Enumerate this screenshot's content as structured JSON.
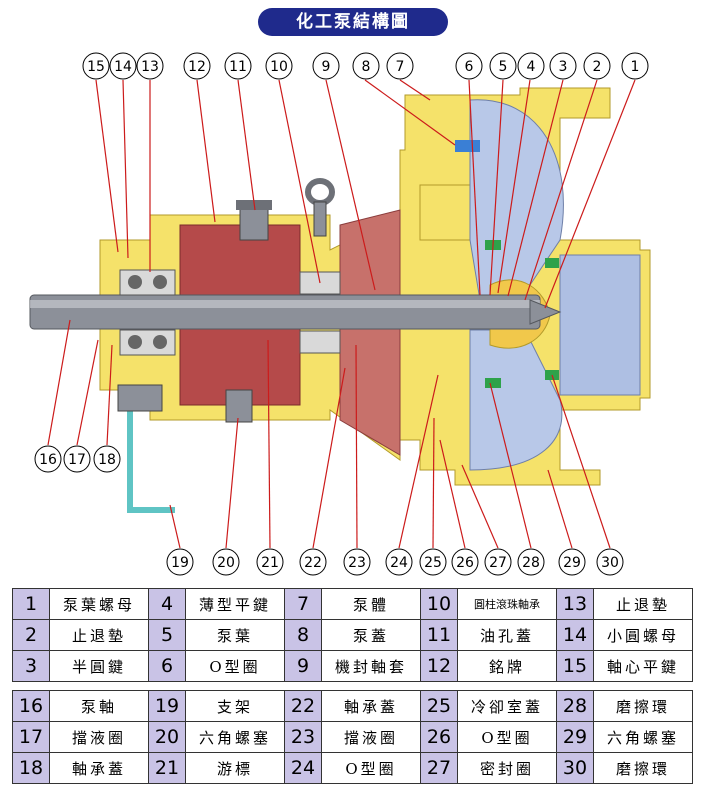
{
  "title": "化工泵結構圖",
  "callouts": [
    "1",
    "2",
    "3",
    "4",
    "5",
    "6",
    "7",
    "8",
    "9",
    "10",
    "11",
    "12",
    "13",
    "14",
    "15",
    "16",
    "17",
    "18",
    "19",
    "20",
    "21",
    "22",
    "23",
    "24",
    "25",
    "26",
    "27",
    "28",
    "29",
    "30"
  ],
  "colors": {
    "title_bg": "#1f2a8c",
    "casing_yellow": "#f5e26a",
    "rotor_red": "#b54a4a",
    "shaft_gray": "#8c9099",
    "impeller_blue": "#b8c8e8",
    "number_cell": "#c9c3e6"
  },
  "parts_table_1": [
    [
      {
        "n": "1",
        "t": "泵葉螺母"
      },
      {
        "n": "4",
        "t": "薄型平鍵"
      },
      {
        "n": "7",
        "t": "泵體"
      },
      {
        "n": "10",
        "t": "圓柱滾珠軸承"
      },
      {
        "n": "13",
        "t": "止退墊"
      }
    ],
    [
      {
        "n": "2",
        "t": "止退墊"
      },
      {
        "n": "5",
        "t": "泵葉"
      },
      {
        "n": "8",
        "t": "泵蓋"
      },
      {
        "n": "11",
        "t": "油孔蓋"
      },
      {
        "n": "14",
        "t": "小圓螺母"
      }
    ],
    [
      {
        "n": "3",
        "t": "半圓鍵"
      },
      {
        "n": "6",
        "t": "O型圈"
      },
      {
        "n": "9",
        "t": "機封軸套"
      },
      {
        "n": "12",
        "t": "銘牌"
      },
      {
        "n": "15",
        "t": "軸心平鍵"
      }
    ]
  ],
  "parts_table_2": [
    [
      {
        "n": "16",
        "t": "泵軸"
      },
      {
        "n": "19",
        "t": "支架"
      },
      {
        "n": "22",
        "t": "軸承蓋"
      },
      {
        "n": "25",
        "t": "冷卻室蓋"
      },
      {
        "n": "28",
        "t": "磨擦環"
      }
    ],
    [
      {
        "n": "17",
        "t": "擋液圈"
      },
      {
        "n": "20",
        "t": "六角螺塞"
      },
      {
        "n": "23",
        "t": "擋液圈"
      },
      {
        "n": "26",
        "t": "O型圈"
      },
      {
        "n": "29",
        "t": "六角螺塞"
      }
    ],
    [
      {
        "n": "18",
        "t": "軸承蓋"
      },
      {
        "n": "21",
        "t": "游標"
      },
      {
        "n": "24",
        "t": "O型圈"
      },
      {
        "n": "27",
        "t": "密封圈"
      },
      {
        "n": "30",
        "t": "磨擦環"
      }
    ]
  ]
}
